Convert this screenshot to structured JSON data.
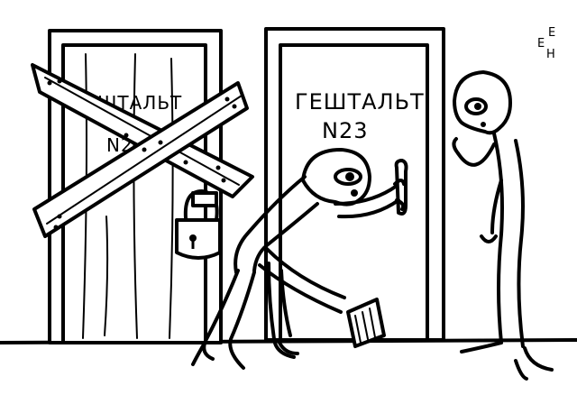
{
  "left_door": {
    "sign_line1": "ШТАЛЬТ",
    "sign_line2": "N2"
  },
  "right_door": {
    "sign_line1": "ГЕШТАЛЬТ",
    "sign_line2": "N23"
  },
  "signature": {
    "letters": [
      "Е",
      "Е",
      "Н"
    ]
  }
}
